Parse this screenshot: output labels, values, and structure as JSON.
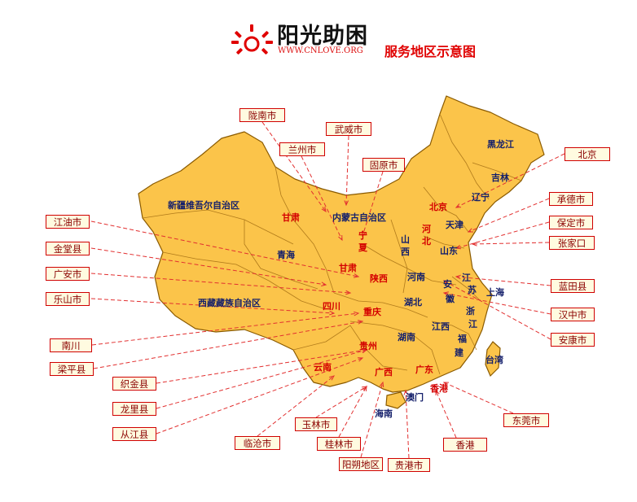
{
  "brand": {
    "name": "阳光助困",
    "url": "WWW.CNLOVE.ORG",
    "map_title": "服务地区示意图",
    "colors": {
      "accent": "#e00000",
      "map_fill": "#fbc44a",
      "map_stroke": "#8a5a00",
      "connector": "#e23030"
    }
  },
  "provinces": [
    {
      "label": "新疆维吾尔自治区",
      "color": "navy"
    },
    {
      "label": "甘肃",
      "color": "red"
    },
    {
      "label": "内蒙古自治区",
      "color": "navy"
    },
    {
      "label": "黑龙江",
      "color": "navy"
    },
    {
      "label": "吉林",
      "color": "navy"
    },
    {
      "label": "辽宁",
      "color": "navy"
    },
    {
      "label": "北京",
      "color": "red"
    },
    {
      "label": "天津",
      "color": "navy"
    },
    {
      "label": "河",
      "color": "red"
    },
    {
      "label": "北",
      "color": "red"
    },
    {
      "label": "宁",
      "color": "red"
    },
    {
      "label": "夏",
      "color": "red"
    },
    {
      "label": "山",
      "color": "navy"
    },
    {
      "label": "西",
      "color": "navy"
    },
    {
      "label": "山东",
      "color": "navy"
    },
    {
      "label": "青海",
      "color": "navy"
    },
    {
      "label": "甘肃",
      "color": "red"
    },
    {
      "label": "陕西",
      "color": "red"
    },
    {
      "label": "河南",
      "color": "navy"
    },
    {
      "label": "江",
      "color": "navy"
    },
    {
      "label": "苏",
      "color": "navy"
    },
    {
      "label": "安",
      "color": "navy"
    },
    {
      "label": "徽",
      "color": "navy"
    },
    {
      "label": "上海",
      "color": "navy"
    },
    {
      "label": "西藏藏族自治区",
      "color": "navy"
    },
    {
      "label": "四川",
      "color": "red"
    },
    {
      "label": "重庆",
      "color": "red"
    },
    {
      "label": "湖北",
      "color": "navy"
    },
    {
      "label": "浙",
      "color": "navy"
    },
    {
      "label": "江",
      "color": "navy"
    },
    {
      "label": "江西",
      "color": "navy"
    },
    {
      "label": "湖南",
      "color": "navy"
    },
    {
      "label": "贵州",
      "color": "red"
    },
    {
      "label": "福",
      "color": "navy"
    },
    {
      "label": "建",
      "color": "navy"
    },
    {
      "label": "台湾",
      "color": "navy"
    },
    {
      "label": "云南",
      "color": "red"
    },
    {
      "label": "广西",
      "color": "red"
    },
    {
      "label": "广东",
      "color": "red"
    },
    {
      "label": "香港",
      "color": "red"
    },
    {
      "label": "澳门",
      "color": "navy"
    },
    {
      "label": "海南",
      "color": "navy"
    }
  ],
  "cities": [
    {
      "label": "陇南市"
    },
    {
      "label": "武威市"
    },
    {
      "label": "兰州市"
    },
    {
      "label": "固原市"
    },
    {
      "label": "北京"
    },
    {
      "label": "承德市"
    },
    {
      "label": "保定市"
    },
    {
      "label": "张家口"
    },
    {
      "label": "蓝田县"
    },
    {
      "label": "汉中市"
    },
    {
      "label": "安康市"
    },
    {
      "label": "江油市"
    },
    {
      "label": "金堂县"
    },
    {
      "label": "广安市"
    },
    {
      "label": "乐山市"
    },
    {
      "label": "南川"
    },
    {
      "label": "梁平县"
    },
    {
      "label": "织金县"
    },
    {
      "label": "龙里县"
    },
    {
      "label": "从江县"
    },
    {
      "label": "临沧市"
    },
    {
      "label": "玉林市"
    },
    {
      "label": "桂林市"
    },
    {
      "label": "阳朔地区"
    },
    {
      "label": "贵港市"
    },
    {
      "label": "香港"
    },
    {
      "label": "东莞市"
    }
  ]
}
